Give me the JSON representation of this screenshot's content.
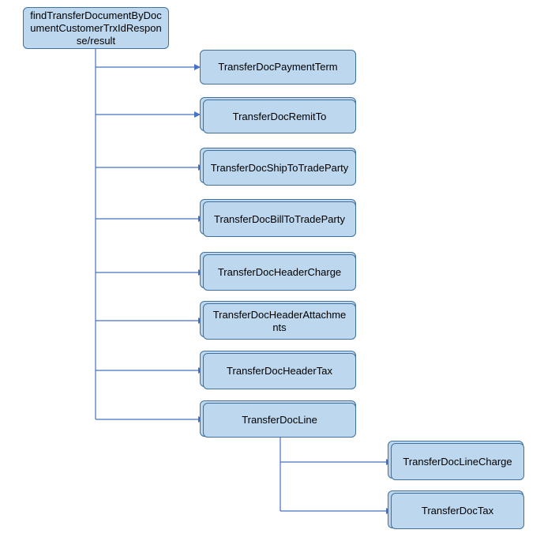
{
  "root": {
    "label": "findTransferDocumentByDocumentCustomerTrxIdResponse/result"
  },
  "children": [
    {
      "label": "TransferDocPaymentTerm"
    },
    {
      "label": "TransferDocRemitTo"
    },
    {
      "label": "TransferDocShipToTradeParty"
    },
    {
      "label": "TransferDocBillToTradeParty"
    },
    {
      "label": "TransferDocHeaderCharge"
    },
    {
      "label": "TransferDocHeaderAttachments"
    },
    {
      "label": "TransferDocHeaderTax"
    },
    {
      "label": "TransferDocLine"
    }
  ],
  "line_children": [
    {
      "label": "TransferDocLineCharge"
    },
    {
      "label": "TransferDocTax"
    }
  ],
  "colors": {
    "fill": "#bdd7ee",
    "border": "#41719c",
    "connector": "#4472c4"
  }
}
